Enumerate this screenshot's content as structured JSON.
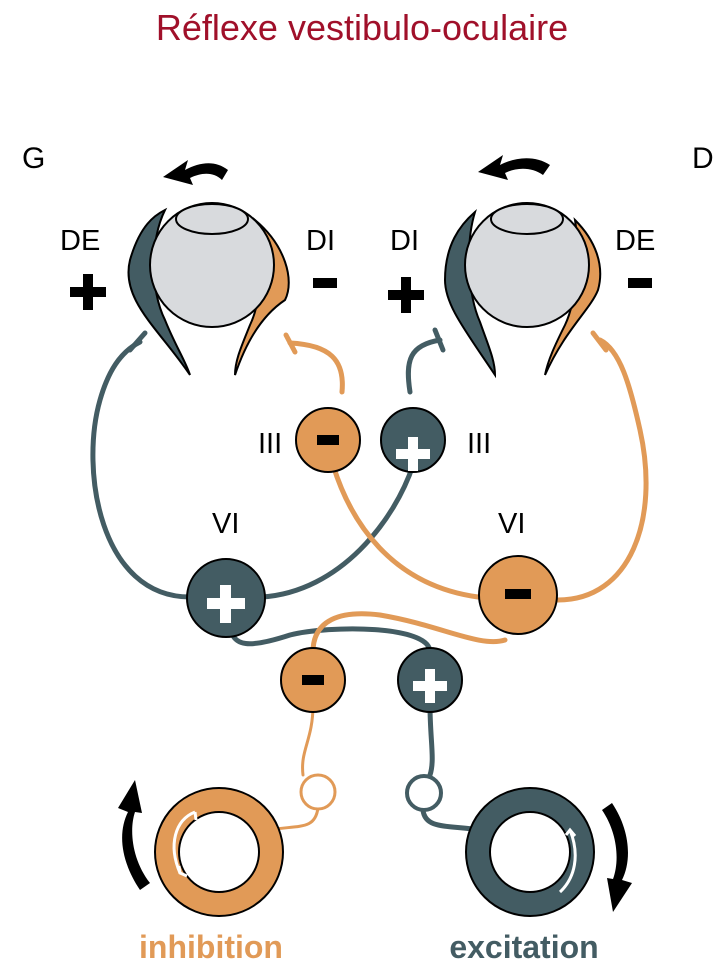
{
  "title": "Réflexe vestibulo-oculaire",
  "sides": {
    "left": "G",
    "right": "D"
  },
  "muscles": {
    "left_eye_lateral": "DE",
    "left_eye_medial": "DI",
    "right_eye_medial": "DI",
    "right_eye_lateral": "DE"
  },
  "muscle_signs": {
    "left_eye_lateral": "+",
    "left_eye_medial": "-",
    "right_eye_medial": "+",
    "right_eye_lateral": "-"
  },
  "nuclei": {
    "left_III": "III",
    "right_III": "III",
    "left_VI": "VI",
    "right_VI": "VI"
  },
  "bottom_labels": {
    "left": "inhibition",
    "right": "excitation"
  },
  "colors": {
    "title": "#a0102a",
    "inhibition": "#e19a57",
    "excitation": "#435c63",
    "eye": "#d8dadd",
    "text": "#000000"
  }
}
